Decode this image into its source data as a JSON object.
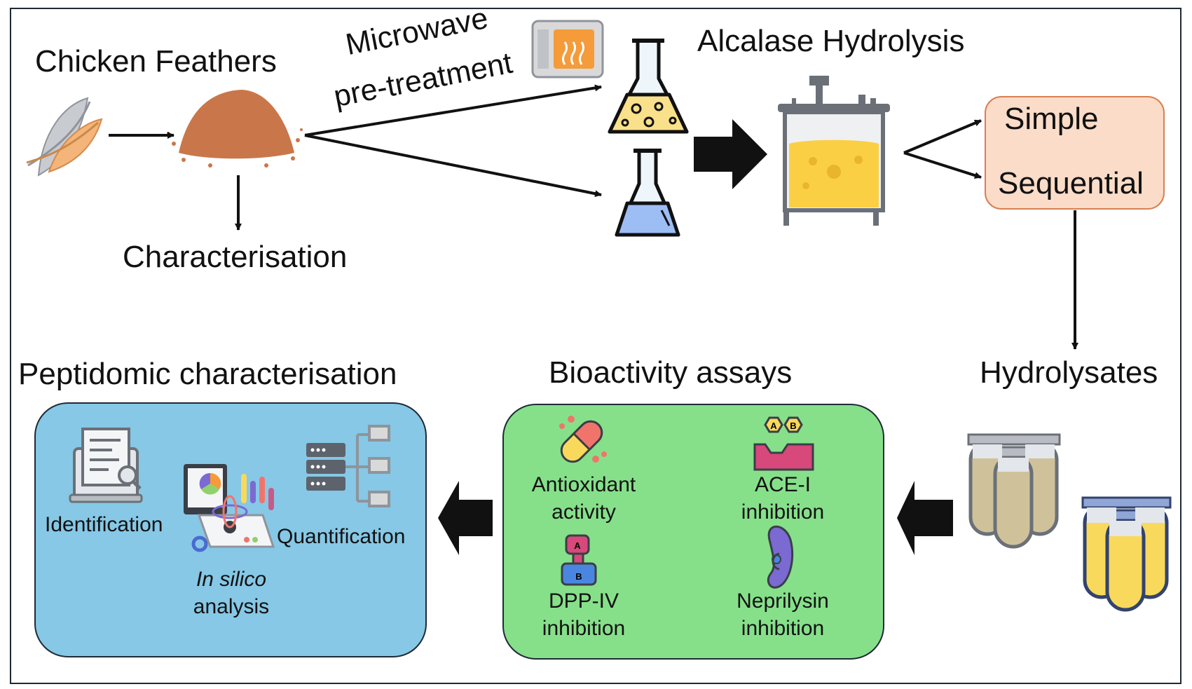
{
  "labels": {
    "chicken_feathers": "Chicken Feathers",
    "microwave_line1": "Microwave",
    "microwave_line2": "pre-treatment",
    "alcalase": "Alcalase Hydrolysis",
    "simple": "Simple",
    "sequential": "Sequential",
    "characterisation": "Characterisation",
    "hydrolysates": "Hydrolysates",
    "bioactivity_title": "Bioactivity assays",
    "peptidomic_title": "Peptidomic characterisation"
  },
  "bioactivity": {
    "antioxidant_1": "Antioxidant",
    "antioxidant_2": "activity",
    "ace_1": "ACE-I",
    "ace_2": "inhibition",
    "dpp_1": "DPP-IV",
    "dpp_2": "inhibition",
    "nep_1": "Neprilysin",
    "nep_2": "inhibition",
    "ace_icon_a": "A",
    "ace_icon_b": "B",
    "dpp_icon_a": "A",
    "dpp_icon_b": "B"
  },
  "peptidomic": {
    "identification": "Identification",
    "quantification": "Quantification",
    "in_silico": "In silico",
    "analysis": "analysis"
  },
  "colors": {
    "peptidomic_box": "#86c8e6",
    "bioactivity_box": "#86e08a",
    "method_box": "#fbdcc8",
    "method_border": "#d87f52",
    "feather_powder": "#c9774a",
    "flask_yellow": "#f9e08a",
    "flask_blue": "#9dbdf5",
    "reactor_liquid": "#fbcf44",
    "tube_tan": "#cfc29a",
    "tube_yellow": "#f9d95c"
  }
}
